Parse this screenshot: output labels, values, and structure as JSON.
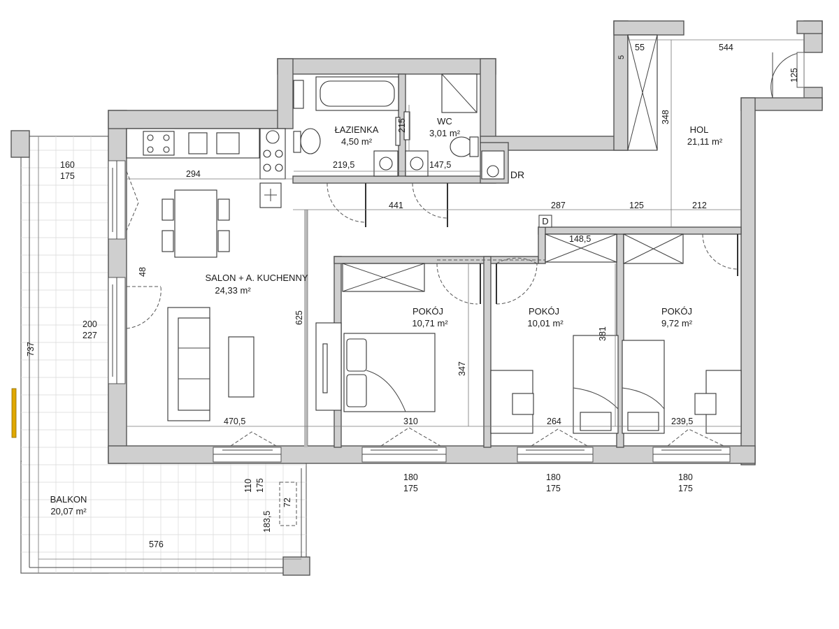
{
  "rooms": {
    "lazienka": {
      "name": "ŁAZIENKA",
      "area": "4,50 m²"
    },
    "wc": {
      "name": "WC",
      "area": "3,01 m²"
    },
    "hol": {
      "name": "HOL",
      "area": "21,11 m²"
    },
    "salon": {
      "name": "SALON + A. KUCHENNY",
      "area": "24,33 m²"
    },
    "pokoj1": {
      "name": "POKÓJ",
      "area": "10,71 m²"
    },
    "pokoj2": {
      "name": "POKÓJ",
      "area": "10,01 m²"
    },
    "pokoj3": {
      "name": "POKÓJ",
      "area": "9,72 m²"
    },
    "balkon": {
      "name": "BALKON",
      "area": "20,07 m²"
    },
    "dr": {
      "name": "DR"
    },
    "d": {
      "name": "D"
    }
  },
  "dimensions": {
    "d_160": "160",
    "d_175a": "175",
    "d_294": "294",
    "d_215": "215",
    "d_219_5": "219,5",
    "d_147_5": "147,5",
    "d_5": "5",
    "d_55": "55",
    "d_544": "544",
    "d_125_top": "125",
    "d_348": "348",
    "d_441": "441",
    "d_287": "287",
    "d_125_mid": "125",
    "d_212": "212",
    "d_148_5": "148,5",
    "d_48": "48",
    "d_625": "625",
    "d_200": "200",
    "d_227": "227",
    "d_737": "737",
    "d_347": "347",
    "d_381": "381",
    "d_470_5": "470,5",
    "d_310": "310",
    "d_264": "264",
    "d_239_5": "239,5",
    "d_110": "110",
    "d_175_win": "175",
    "d_183_5": "183,5",
    "d_72": "72",
    "d_576": "576",
    "w1_top": "180",
    "w1_bot": "175",
    "w2_top": "180",
    "w2_bot": "175",
    "w3_top": "180",
    "w3_bot": "175"
  },
  "colors": {
    "wall": "#cfcfcf",
    "accent_marker": "#e0a800"
  }
}
